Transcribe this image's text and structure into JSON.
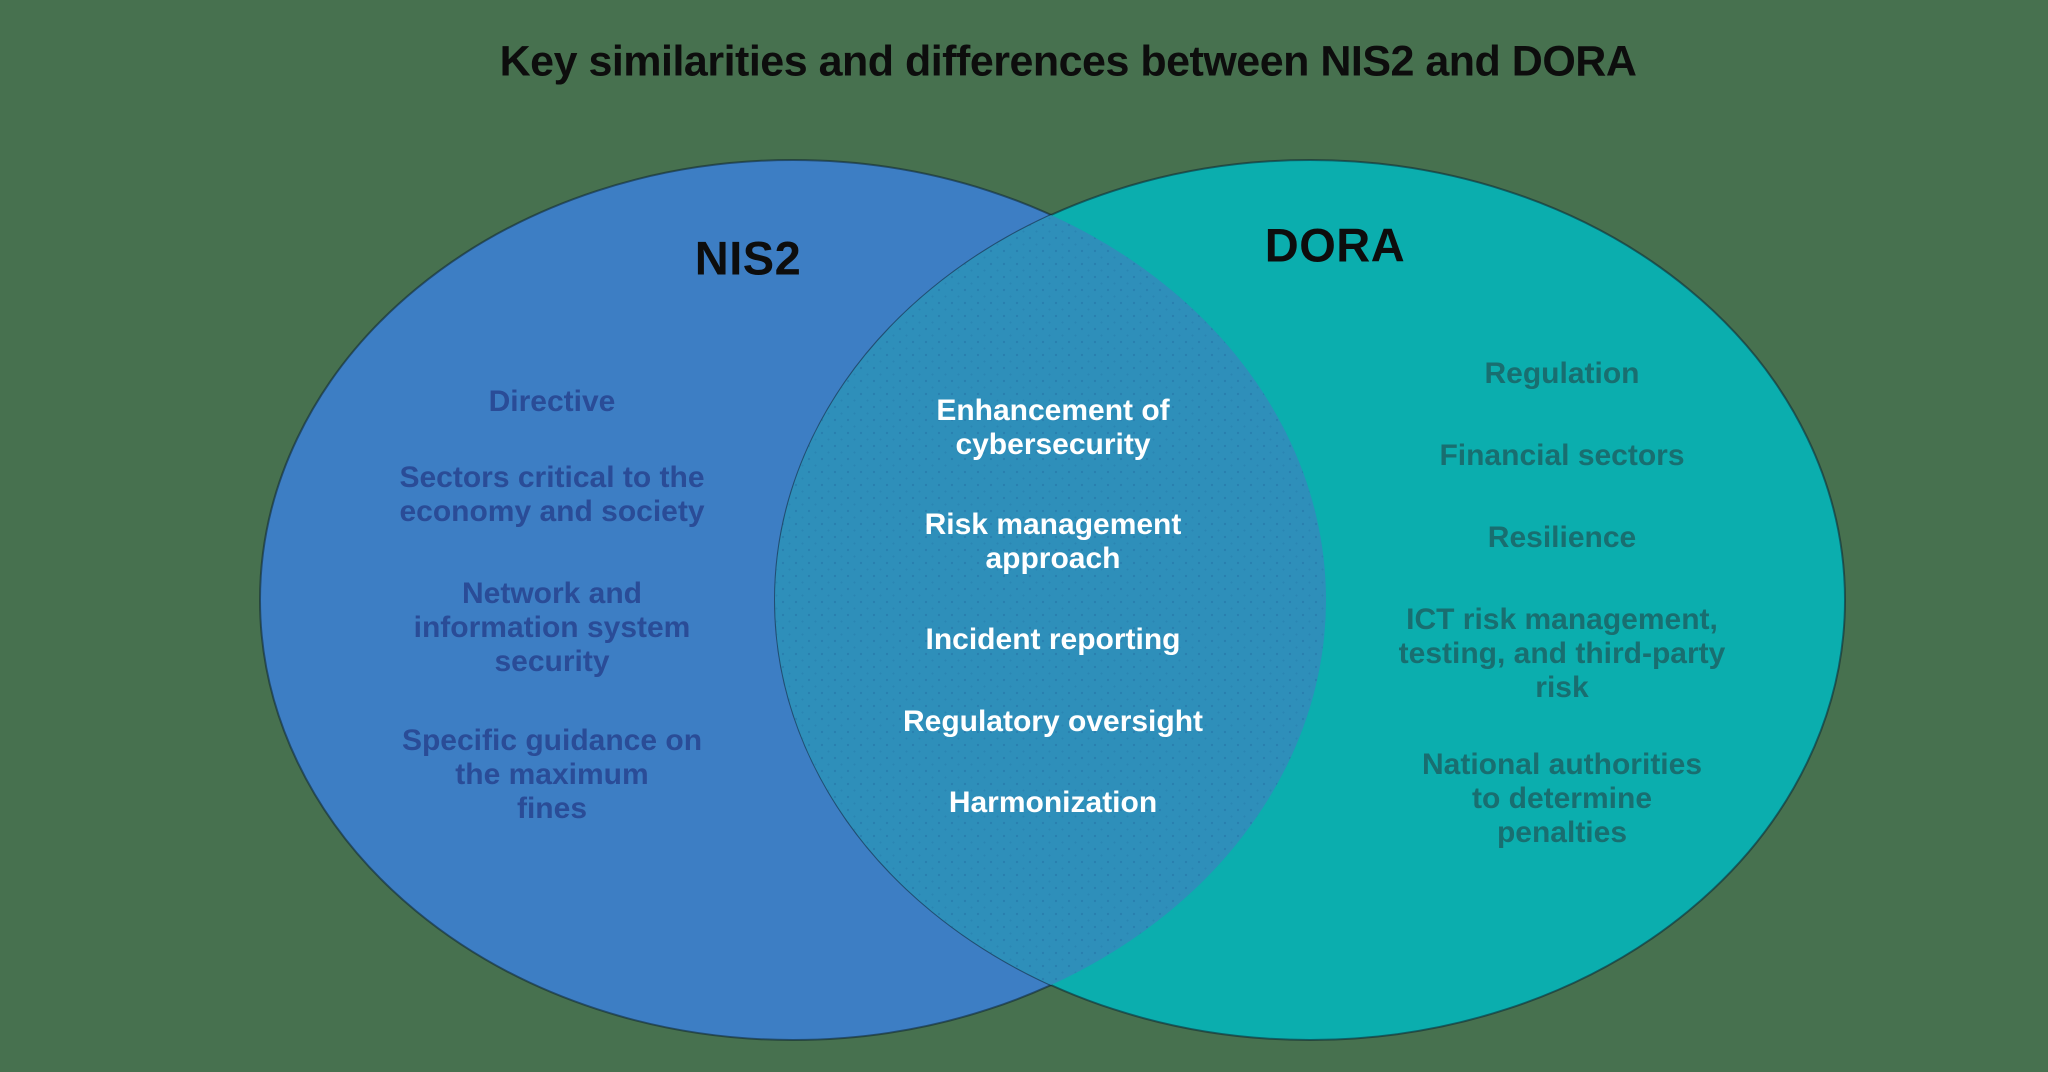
{
  "title": "Key similarities and differences between NIS2 and DORA",
  "colors": {
    "bg": "#47714F",
    "left-circle": "#3D7EC4",
    "right-circle": "#0BAEAE",
    "overlap": "#2E8FBA",
    "left-text": "#2A4C97",
    "right-text": "#196E70",
    "center-text": "#FFFFFF",
    "heading-text": "#0D0D0D"
  },
  "venn": {
    "left": {
      "label": "NIS2",
      "items": [
        "Directive",
        "Sectors critical to the\neconomy and society",
        "Network and\ninformation system\nsecurity",
        "Specific guidance on\nthe maximum\nfines"
      ]
    },
    "overlap": {
      "items": [
        "Enhancement of\ncybersecurity",
        "Risk management\napproach",
        "Incident reporting",
        "Regulatory oversight",
        "Harmonization"
      ]
    },
    "right": {
      "label": "DORA",
      "items": [
        "Regulation",
        "Financial sectors",
        "Resilience",
        "ICT risk management,\ntesting, and third-party\nrisk",
        "National authorities\nto determine\npenalties"
      ]
    }
  }
}
